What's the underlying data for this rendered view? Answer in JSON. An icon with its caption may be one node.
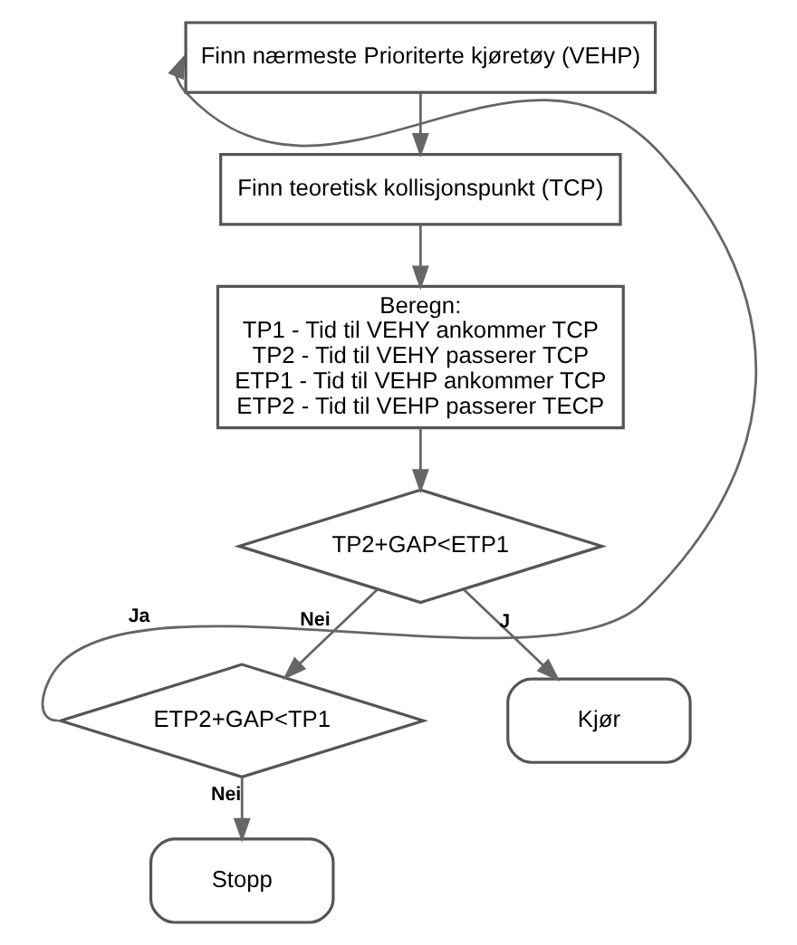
{
  "diagram": {
    "nodes": [
      {
        "text": [
          "Finn nærmeste Prioriterte kjøretøy (VEHP)"
        ]
      },
      {
        "text": [
          "Finn teoretisk kollisjonspunkt (TCP)"
        ]
      },
      {
        "text": [
          "Beregn:",
          "TP1 - Tid til VEHY ankommer TCP",
          "TP2 - Tid til VEHY passerer TCP",
          "ETP1 - Tid til VEHP ankommer TCP",
          "ETP2 - Tid til VEHP passerer TECP"
        ]
      },
      {
        "text": [
          "TP2+GAP<ETP1"
        ]
      },
      {
        "text": [
          "ETP2+GAP<TP1"
        ]
      },
      {
        "text": [
          "Stopp"
        ]
      },
      {
        "text": [
          "Kjør"
        ]
      }
    ],
    "edges": [
      {
        "from": 0,
        "to": 1,
        "arrow": "to"
      },
      {
        "from": 1,
        "to": 2,
        "arrow": "to"
      },
      {
        "from": 2,
        "to": 3,
        "arrow": "to"
      },
      {
        "from": 3,
        "to": 4,
        "arrow": "to",
        "label": "Nei"
      },
      {
        "from": 3,
        "to": 6,
        "arrow": "to",
        "label": "J"
      },
      {
        "from": 4,
        "to": 0,
        "arrow": "to",
        "label": "Ja"
      },
      {
        "from": 4,
        "to": 5,
        "arrow": "to",
        "label": "Nei"
      }
    ]
  }
}
